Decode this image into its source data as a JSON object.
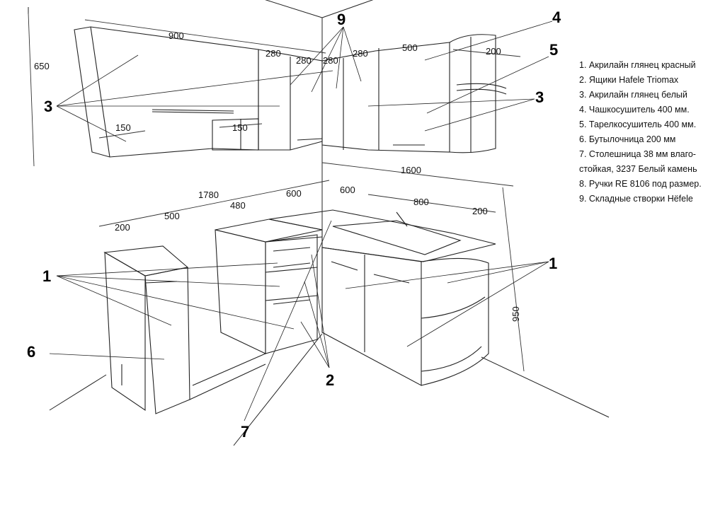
{
  "dimensions": {
    "upper_height": "650",
    "upper_left_width": "900",
    "upper_w280_a": "280",
    "upper_w280_b": "280",
    "upper_w280_c": "280",
    "upper_w280_d": "280",
    "upper_w500": "500",
    "upper_w200": "200",
    "upper_w150_a": "150",
    "upper_w150_b": "150",
    "right_run": "1600",
    "left_run": "1780",
    "base_w480": "480",
    "base_w600_left": "600",
    "base_w600_right": "600",
    "base_w800": "800",
    "base_w200_right": "200",
    "base_w200_left": "200",
    "base_w500": "500",
    "base_height": "950"
  },
  "callouts": {
    "c9": "9",
    "c4": "4",
    "c5": "5",
    "c3_left": "3",
    "c3_right": "3",
    "c1_left": "1",
    "c1_right": "1",
    "c6": "6",
    "c2": "2",
    "c7": "7"
  },
  "legend": {
    "item1": "1. Акрилайн глянец красный",
    "item2": "2. Ящики Hafele Triomax",
    "item3": "3. Акрилайн глянец белый",
    "item4": "4. Чашкосушитель 400 мм.",
    "item5": "5. Тарелкосушитель 400 мм.",
    "item6": "6. Бутылочница 200 мм",
    "item7a": "7. Столешница 38 мм влаго-",
    "item7b": "стойкая, 3237 Белый камень",
    "item8": "8. Ручки RE 8106 под размер.",
    "item9": "9. Складные створки Hëfele"
  }
}
